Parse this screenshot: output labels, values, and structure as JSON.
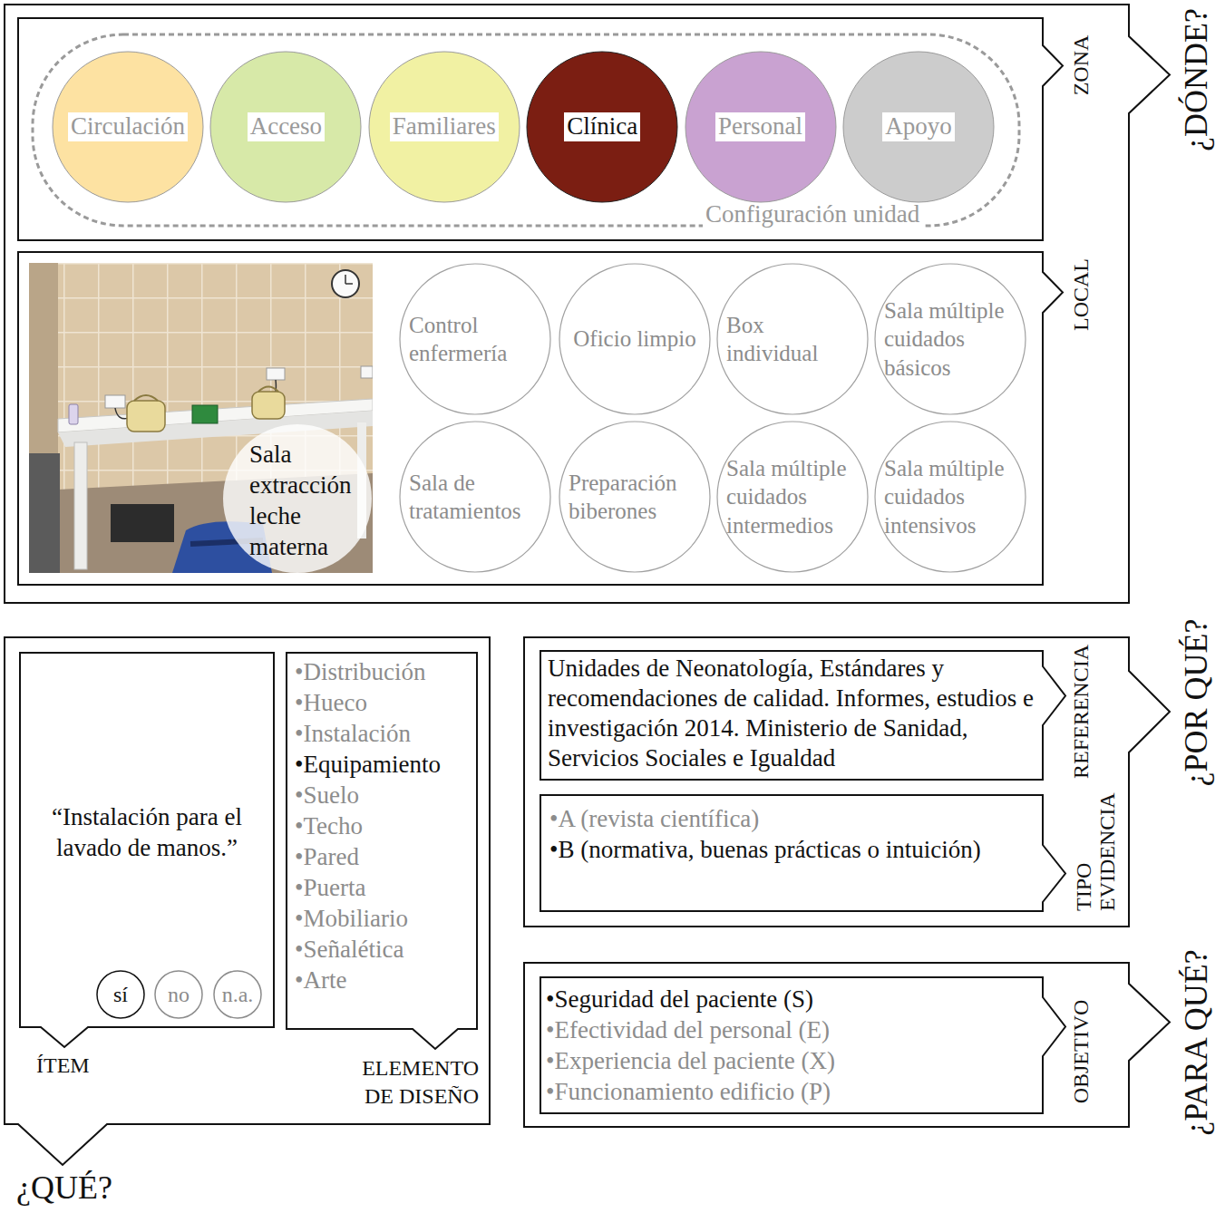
{
  "diagram": {
    "nodes": [
      {
        "text": [
          "¿DÓNDE?"
        ]
      },
      {
        "text": [
          "ZONA"
        ],
        "in": 0
      },
      {
        "text": [
          "Configuración unidad"
        ],
        "in": 1
      },
      {
        "text": [
          "Circulación"
        ],
        "in": 2
      },
      {
        "text": [
          "Acceso"
        ],
        "in": 2
      },
      {
        "text": [
          "Familiares"
        ],
        "in": 2
      },
      {
        "text": [
          "Clínica"
        ],
        "in": 2
      },
      {
        "text": [
          "Personal"
        ],
        "in": 2
      },
      {
        "text": [
          "Apoyo"
        ],
        "in": 2
      },
      {
        "text": [
          "LOCAL"
        ],
        "in": 0
      },
      {
        "text": [
          "Sala extracción leche materna"
        ],
        "in": 9
      },
      {
        "text": [
          "Control enfermería"
        ],
        "in": 9
      },
      {
        "text": [
          "Oficio limpio"
        ],
        "in": 9
      },
      {
        "text": [
          "Box individual"
        ],
        "in": 9
      },
      {
        "text": [
          "Sala múltiple cuidados básicos"
        ],
        "in": 9
      },
      {
        "text": [
          "Sala de tratamientos"
        ],
        "in": 9
      },
      {
        "text": [
          "Preparación biberones"
        ],
        "in": 9
      },
      {
        "text": [
          "Sala múltiple cuidados intermedios"
        ],
        "in": 9
      },
      {
        "text": [
          "Sala múltiple cuidados intensivos"
        ],
        "in": 9
      },
      {
        "text": [
          "¿QUÉ?"
        ]
      },
      {
        "text": [
          "“Instalación para el lavado de manos.”",
          "ÍTEM"
        ],
        "in": 19
      },
      {
        "text": [
          "sí"
        ],
        "in": 20
      },
      {
        "text": [
          "no"
        ],
        "in": 20
      },
      {
        "text": [
          "n.a."
        ],
        "in": 20
      },
      {
        "text": [
          "•Distribución",
          "•Hueco",
          "•Instalación",
          "•Equipamiento",
          "•Suelo",
          "•Techo",
          "•Pared",
          "•Puerta",
          "•Mobiliario",
          "•Señalética",
          "•Arte",
          "ELEMENTO DE DISEÑO"
        ],
        "in": 19
      },
      {
        "text": [
          "¿POR QUÉ?"
        ]
      },
      {
        "text": [
          "Unidades de Neonatología, Estándares y recomendaciones de calidad. Informes, estudios e investigación 2014. Ministerio de Sanidad, Servicios Sociales e Igualdad",
          "REFERENCIA"
        ],
        "in": 25
      },
      {
        "text": [
          "•A (revista científica)",
          "•B (normativa, buenas prácticas o intuición)",
          "TIPO EVIDENCIA"
        ],
        "in": 25
      },
      {
        "text": [
          "¿PARA QUÉ?"
        ]
      },
      {
        "text": [
          "•Seguridad del paciente (S)",
          "•Efectividad del personal (E)",
          "•Experiencia del paciente (X)",
          "•Funcionamiento edificio (P)",
          "OBJETIVO"
        ],
        "in": 28
      }
    ]
  }
}
